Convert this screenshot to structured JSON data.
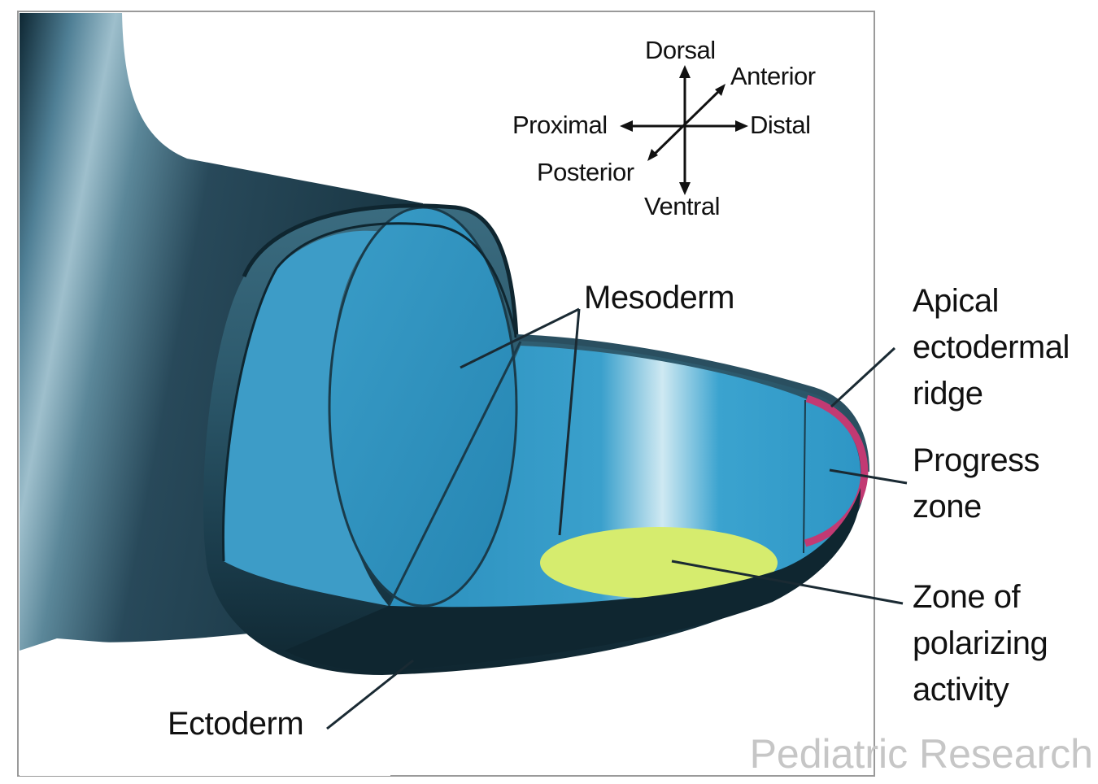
{
  "orientation": {
    "dorsal": "Dorsal",
    "anterior": "Anterior",
    "proximal": "Proximal",
    "distal": "Distal",
    "posterior": "Posterior",
    "ventral": "Ventral"
  },
  "labels": {
    "mesoderm": "Mesoderm",
    "ectoderm": "Ectoderm",
    "aer": [
      "Apical",
      "ectodermal",
      "ridge"
    ],
    "progress_zone": [
      "Progress",
      "zone"
    ],
    "zpa": [
      "Zone of",
      "polarizing",
      "activity"
    ]
  },
  "watermark": "Pediatric Research",
  "colors": {
    "mesoderm_fill": "#2f98c6",
    "ectoderm_dark": "#14303c",
    "aer": "#c23a73",
    "zpa": "#d6ec6e"
  }
}
